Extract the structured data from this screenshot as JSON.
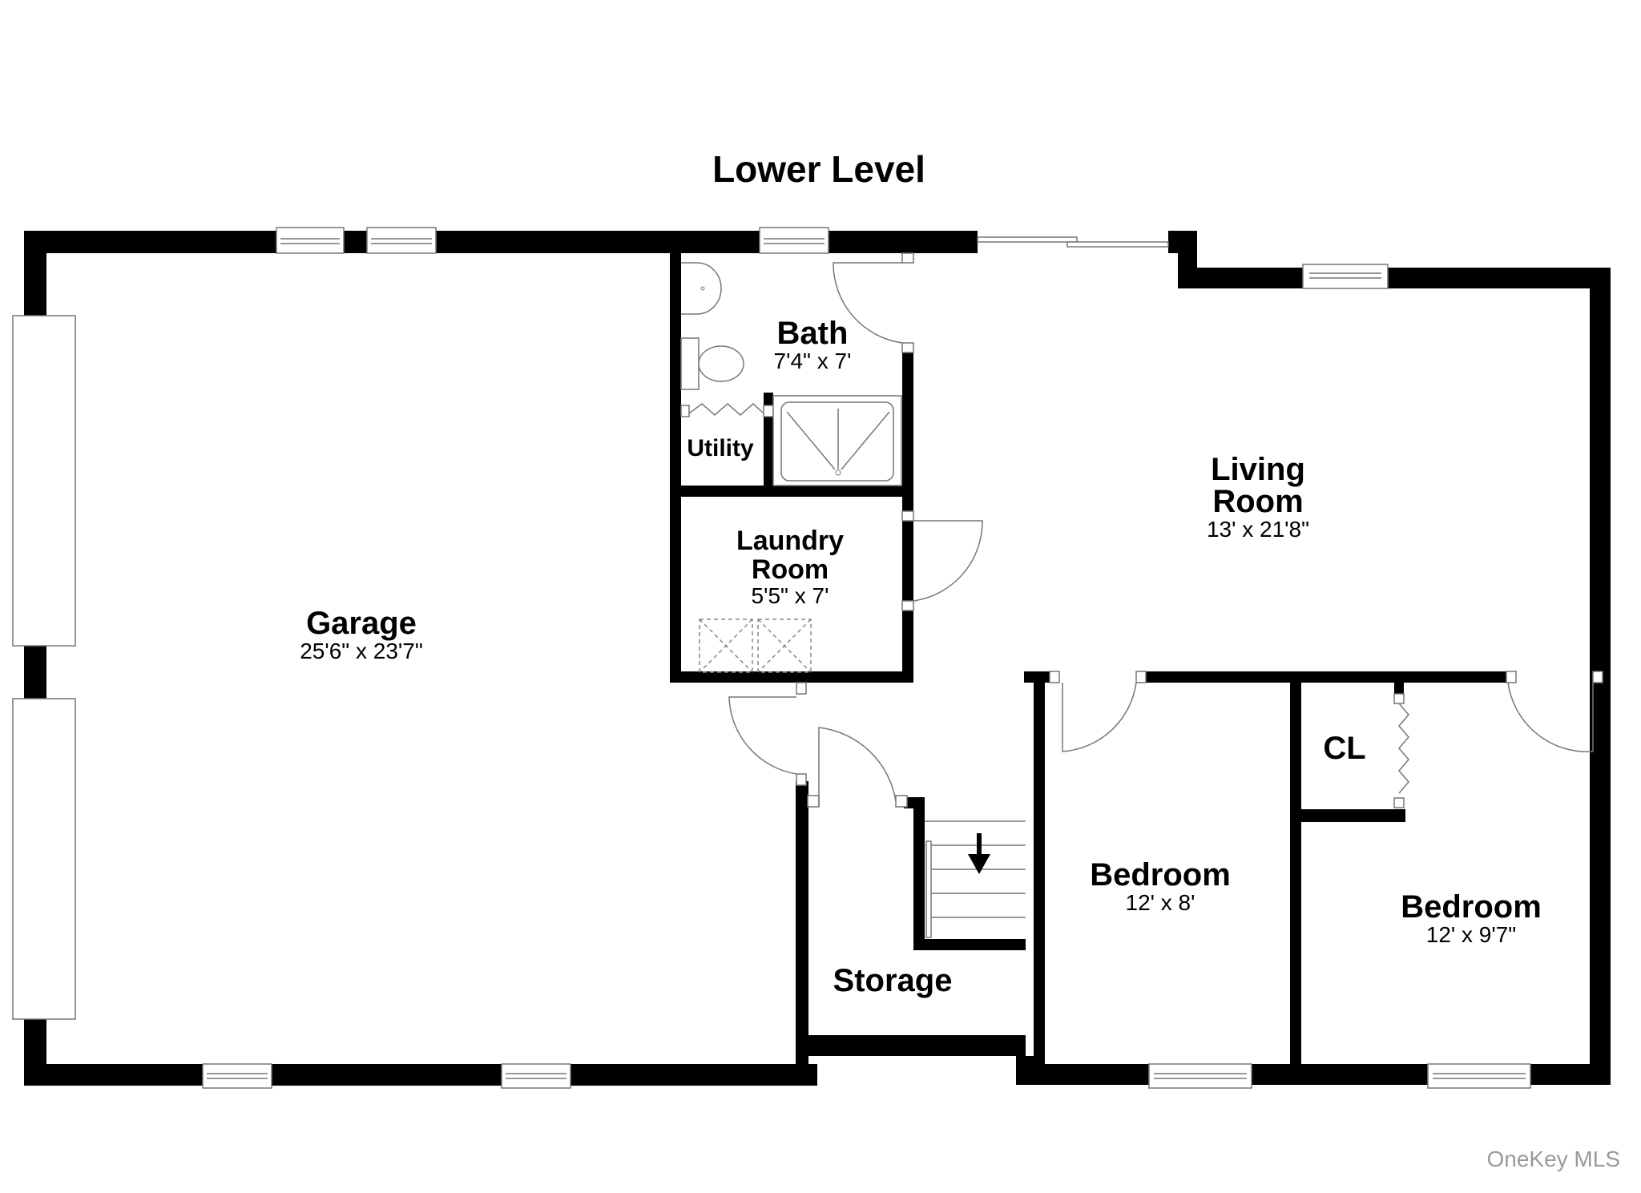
{
  "title": "Lower Level",
  "rooms": {
    "garage": {
      "name": "Garage",
      "dims": "25'6\" x 23'7\""
    },
    "bath": {
      "name": "Bath",
      "dims": "7'4\" x 7'"
    },
    "utility": {
      "name": "Utility"
    },
    "laundry": {
      "name": "Laundry Room",
      "name_line1": "Laundry",
      "name_line2": "Room",
      "dims": "5'5\" x 7'"
    },
    "living": {
      "name": "Living Room",
      "name_line1": "Living",
      "name_line2": "Room",
      "dims": "13' x 21'8\""
    },
    "storage": {
      "name": "Storage"
    },
    "closet": {
      "name": "CL"
    },
    "bedroom1": {
      "name": "Bedroom",
      "dims": "12' x 8'"
    },
    "bedroom2": {
      "name": "Bedroom",
      "dims": "12' x 9'7\""
    }
  },
  "watermark": "OneKey MLS",
  "colors": {
    "wall": "#000000",
    "fixture": "#777777",
    "background": "#ffffff",
    "watermark": "#9a9a9a"
  }
}
